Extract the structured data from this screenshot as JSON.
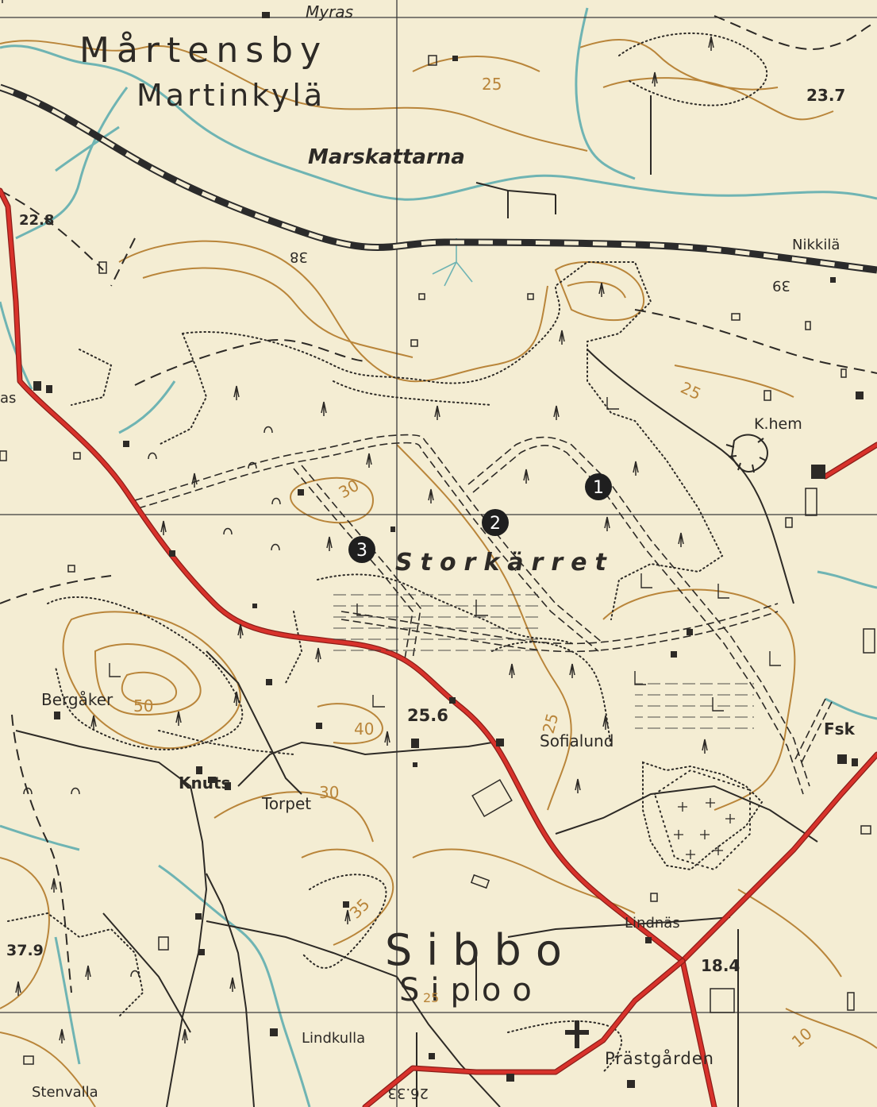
{
  "map": {
    "colors": {
      "paper": "#f4edd3",
      "contour": "#b9853a",
      "water": "#6fb4b3",
      "road": "#d8322b",
      "road_casing": "#8a1d18",
      "ink": "#2d2a26",
      "railway": "#2b2b2b"
    },
    "places": {
      "martensby": "Mårtensby",
      "martinkyla": "Martinkylä",
      "marskattarna": "Marskattarna",
      "myras": "Myras",
      "storkarret": "Storkärret",
      "sibbo": "Sibbo",
      "sipoo": "Sipoo",
      "bergaker": "Bergåker",
      "knuts": "Knuts",
      "torpet": "Torpet",
      "sofialund": "Sofialund",
      "lindkulla": "Lindkulla",
      "stenvalla": "Stenvalla",
      "lindnas": "Lindnäs",
      "prastgarden": "Prästgården",
      "nikkila": "Nikkilä",
      "khem": "K.hem",
      "fsk": "Fsk",
      "as": "as"
    },
    "heights": {
      "h1": "22.8",
      "h2": "23.7",
      "h3": "25.6",
      "h4": "37.9",
      "h5": "18.4"
    },
    "contour_labels": {
      "c25a": "25",
      "c25b": "25",
      "c25c": "25",
      "c30a": "30",
      "c30b": "30",
      "c35": "35",
      "c40": "40",
      "c50": "50",
      "c10": "10",
      "c25d": "25"
    },
    "inverted_labels": {
      "r38": "38",
      "r39": "39",
      "r2633": "26.33"
    },
    "markers": [
      {
        "id": "1",
        "label": "1"
      },
      {
        "id": "2",
        "label": "2"
      },
      {
        "id": "3",
        "label": "3"
      }
    ]
  }
}
